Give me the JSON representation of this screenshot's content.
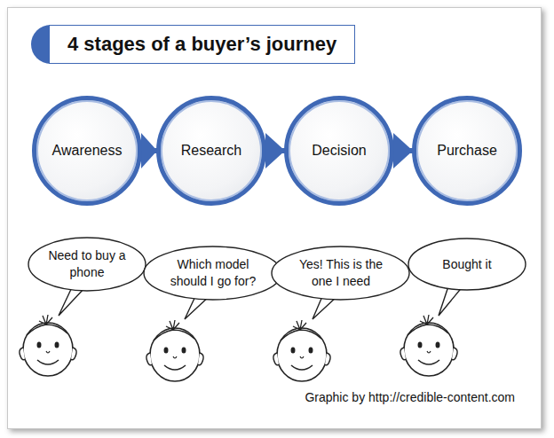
{
  "diagram": {
    "title": "4 stages of a buyer’s journey",
    "caption": "Graphic by http://credible-content.com",
    "nodes": [
      {
        "text": [
          "Awareness"
        ]
      },
      {
        "text": [
          "Research"
        ]
      },
      {
        "text": [
          "Decision"
        ]
      },
      {
        "text": [
          "Purchase"
        ]
      },
      {
        "text": [
          "Need to buy a phone"
        ]
      },
      {
        "text": [
          "Which model should I go for?"
        ]
      },
      {
        "text": [
          "Yes! This is the one I need"
        ]
      },
      {
        "text": [
          "Bought it"
        ]
      }
    ],
    "edges": [
      {
        "from": 0,
        "to": 1,
        "arrow": "to"
      },
      {
        "from": 1,
        "to": 2,
        "arrow": "to"
      },
      {
        "from": 2,
        "to": 3,
        "arrow": "to"
      }
    ]
  }
}
